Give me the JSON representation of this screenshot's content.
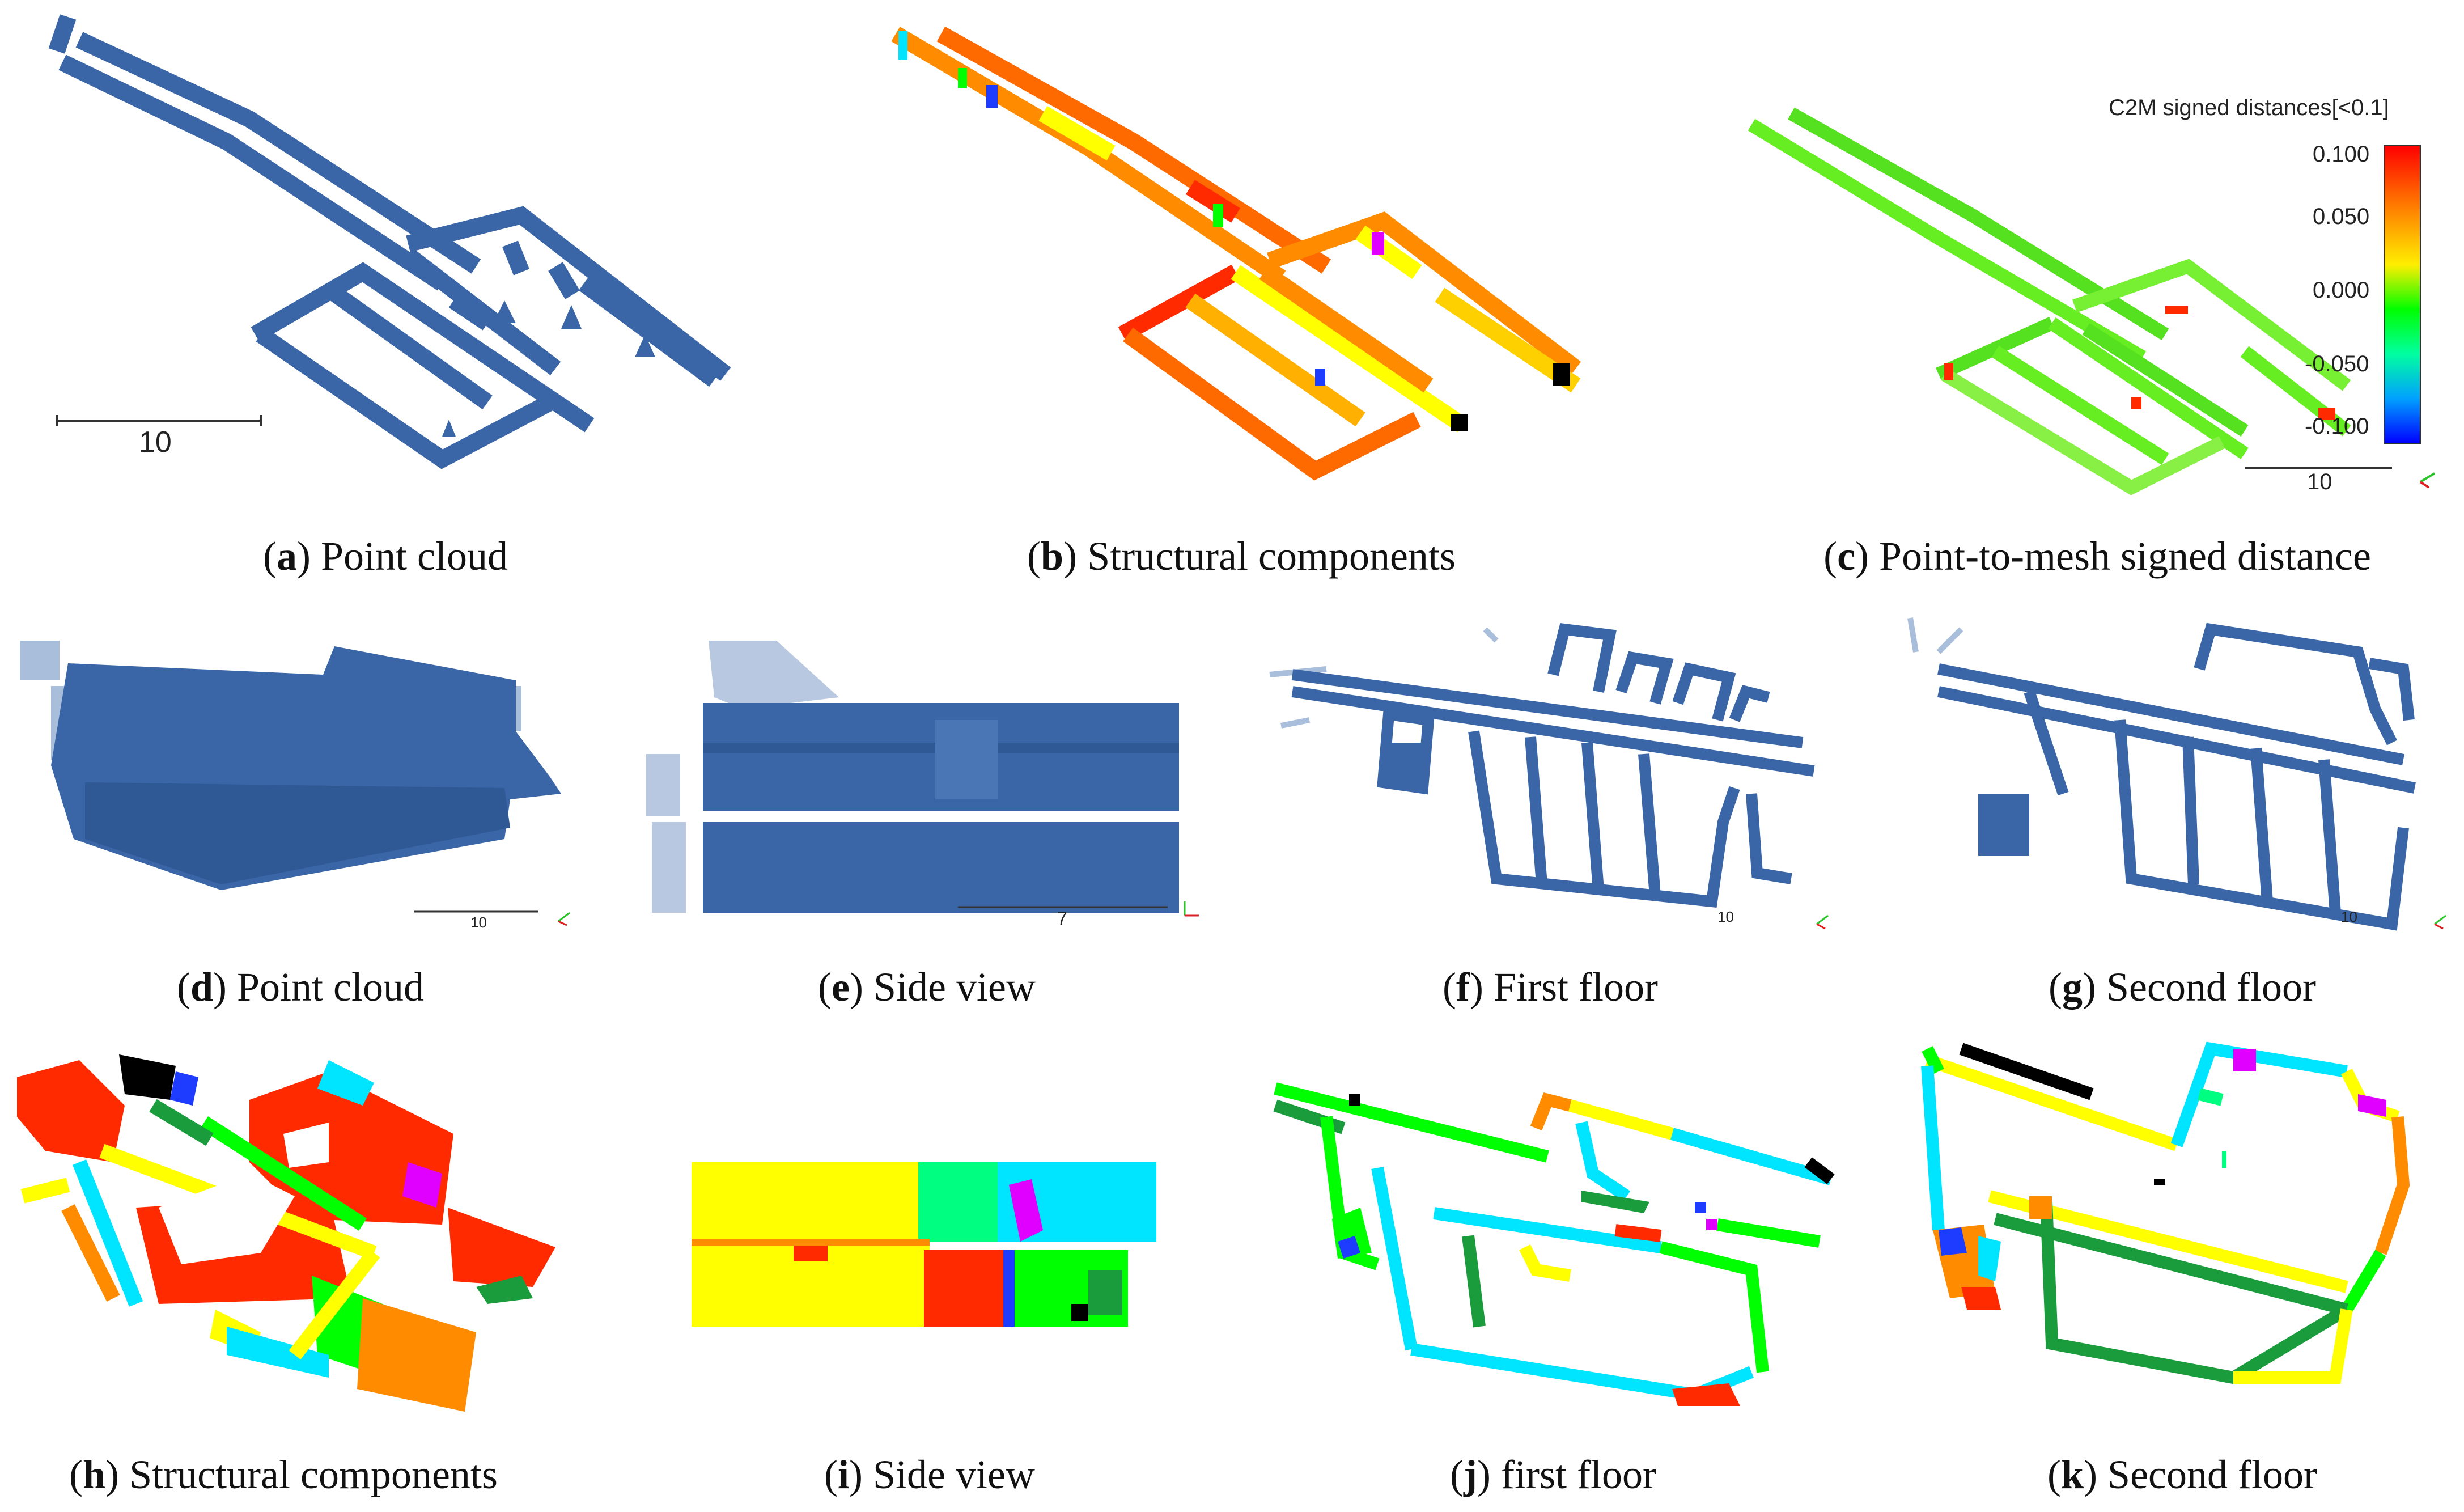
{
  "figure": {
    "panels": [
      {
        "letter": "a",
        "caption": "Point cloud",
        "scale_label": "10"
      },
      {
        "letter": "b",
        "caption": "Structural components"
      },
      {
        "letter": "c",
        "caption": "Point-to-mesh signed distance",
        "scale_label": "10",
        "colorbar": {
          "title": "C2M signed distances[<0.1]",
          "ticks": [
            "0.100",
            "0.050",
            "0.000",
            "-0.050",
            "-0.100"
          ]
        }
      },
      {
        "letter": "d",
        "caption": "Point cloud",
        "scale_label": "10"
      },
      {
        "letter": "e",
        "caption": "Side view",
        "scale_label": "7"
      },
      {
        "letter": "f",
        "caption": "First floor",
        "scale_label": "10"
      },
      {
        "letter": "g",
        "caption": "Second floor",
        "scale_label": "10"
      },
      {
        "letter": "h",
        "caption": "Structural components"
      },
      {
        "letter": "i",
        "caption": "Side view"
      },
      {
        "letter": "j",
        "caption": "first floor"
      },
      {
        "letter": "k",
        "caption": "Second floor"
      }
    ],
    "colors": {
      "point_cloud": "#3a66a7",
      "component_palette": [
        "#ff2a00",
        "#ffff00",
        "#00ff00",
        "#00e5ff",
        "#ff8c00",
        "#000000",
        "#1e3cff",
        "#e000ff",
        "#1a9c3c"
      ]
    }
  }
}
